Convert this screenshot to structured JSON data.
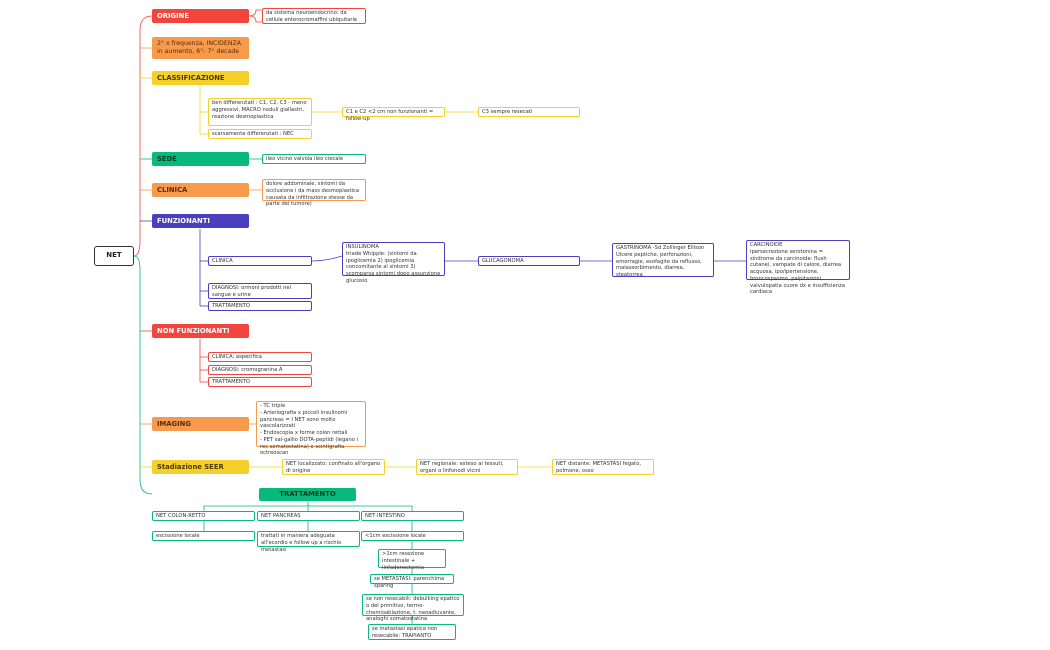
{
  "root": {
    "label": "NET"
  },
  "branches": {
    "origine": {
      "label": "ORIGINE",
      "desc": "da sistema neuroendocrino: da cellule enterocromaffini ubiquitarie"
    },
    "frequenza": {
      "label": "2° x frequenza, INCIDENZA in aumento, 6°- 7° decade"
    },
    "classificazione": {
      "label": "CLASSIFICAZIONE",
      "ben_diff": "ben differenziati : C1, C2, C3 - meno aggressivi, MACRO noduli giallastri, reazione desmoplastica",
      "c1c2": "C1 e C2 <2 cm non funzionanti = follow-up",
      "c3": "C3 sempre resecati",
      "scarsamente": "scarsamente differenziati : NEC"
    },
    "sede": {
      "label": "SEDE",
      "desc": "ileo vicino valvola ileo ciecale"
    },
    "clinica": {
      "label": "CLINICA",
      "desc": "dolore addominale, sintomi da occlusione i da mass desmoplastica causata da infiltrazione stesse da parte del tumore)"
    },
    "funzionanti": {
      "label": "FUNZIONANTI",
      "clinica": "CLINICA",
      "insulinoma": "INSULINOMA\ntriade Whipple: (sintomi da ipoglicemia 2) ipoglicemia concomitante al sintomi 3) scomparsa sintomi dopo assunzione glucosio",
      "glucagonoma": "GLUCAGONOMA",
      "gastrinoma": "GASTRINOMA -Sd Zollinger Ellison\nUlcere peptiche, perforazioni, emorragie, esofagite da reflusso, malassorbimento, diarrea, steatorrea",
      "carcinoide": "CARCINOIDE\nipersecrezione serotonina = sindrome da carcinoide: flush cutanei, vampate di calore, diarrea acquosa, ipo/ipertensione, broncospasmo, palpitazioni, valvulopatia cuore dx e insufficienza cardiaca",
      "diagnosi": "DIAGNOSI: ormoni prodotti nel sangue e urine",
      "trattamento": "TRATTAMENTO"
    },
    "non_funzionanti": {
      "label": "NON FUNZIONANTI",
      "clinica": "CLINICA: aspecifica",
      "diagnosi": "DIAGNOSI: cromogranina A",
      "trattamento": "TRATTAMENTO"
    },
    "imaging": {
      "label": "IMAGING",
      "desc": "- TC triple\n- Arteriografia x piccoli insulinomi pancreas = I NET sono molto vascolarizzati\n- Endoscopia x forme colon rettali\n- PET sal-gallio DOTA-peptidi (legano i rec somatostatina) o scintigrafia octreoscan"
    },
    "seer": {
      "label": "Stadiazione SEER",
      "localizzato": "NET localizzato: confinato all'organo di origine",
      "regionale": "NET regionale: esteso ai tessuti, organi o linfonodi vicini",
      "distante": "NET distante: METASTASI fegato, polmone, osso"
    }
  },
  "trattamento": {
    "label": "TRATTAMENTO",
    "colon": "NET COLON-RETTO",
    "colon_desc": "escissione locale",
    "pancreas": "NET PANCREAS",
    "pancreas_desc": "trattati in maniera adeguata all'ecordio e follow up a rischio metastasi",
    "intestino": "NET INTESTINO",
    "intestino_desc": "<1cm escissione locale",
    "step1": ">1cm resezione intestinale + linfadenectomia",
    "step2": "se METASTASI: parenchima sparing",
    "step3": "se non resecabili: debulking epatico o del primitivo, termo-chemioablazione, t. neoadiuvante, analoghi somatostatina",
    "step4": "se metastasi epatica non resecabile: TRAPIANTO"
  },
  "colors": {
    "red": "#f2453d",
    "orange": "#f79a4c",
    "yellow": "#f5d02a",
    "green": "#07b97a",
    "blue": "#4a3fbf"
  }
}
